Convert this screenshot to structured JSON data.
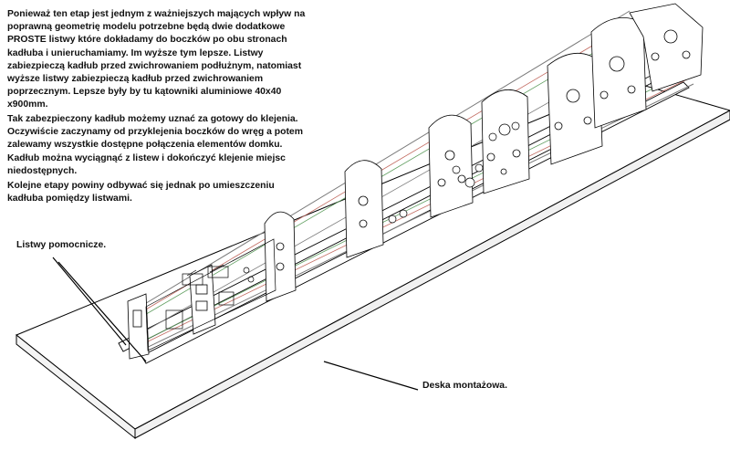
{
  "description": {
    "paragraph_1": "Ponieważ ten etap jest jednym z ważniejszych mających wpływ na poprawną geometrię modelu potrzebne będą dwie dodatkowe PROSTE listwy które dokładamy do boczków po obu stronach kadłuba i unieruchamiamy.  Im wyższe tym lepsze. Listwy zabiezpieczą kadłub przed zwichrowaniem podłużnym, natomiast wyższe listwy zabiezpieczą kadłub przed zwichrowaniem poprzecznym. Lepsze były by tu kątowniki aluminiowe 40x40 x900mm.",
    "paragraph_2": " Tak zabezpieczony kadłub możemy uznać za gotowy do klejenia.  Oczywiście zaczynamy od przyklejenia boczków do wręg  a potem zalewamy wszystkie dostępne połączenia elementów domku.  Kadłub można wyciągnąć z listew i dokończyć klejenie miejsc niedostępnych.",
    "paragraph_3": "Kolejne etapy powiny  odbywać się jednak po umieszczeniu kadłuba pomiędzy listwami."
  },
  "callouts": {
    "rails": "Listwy pomocnicze.",
    "board": "Deska montażowa."
  },
  "colors": {
    "line": "#000000",
    "board_top": "#ffffff",
    "board_side": "#f2f2f2",
    "frame": "#7a7a7a",
    "stringer_red": "#c26a60",
    "stringer_green": "#5f9e5f"
  }
}
